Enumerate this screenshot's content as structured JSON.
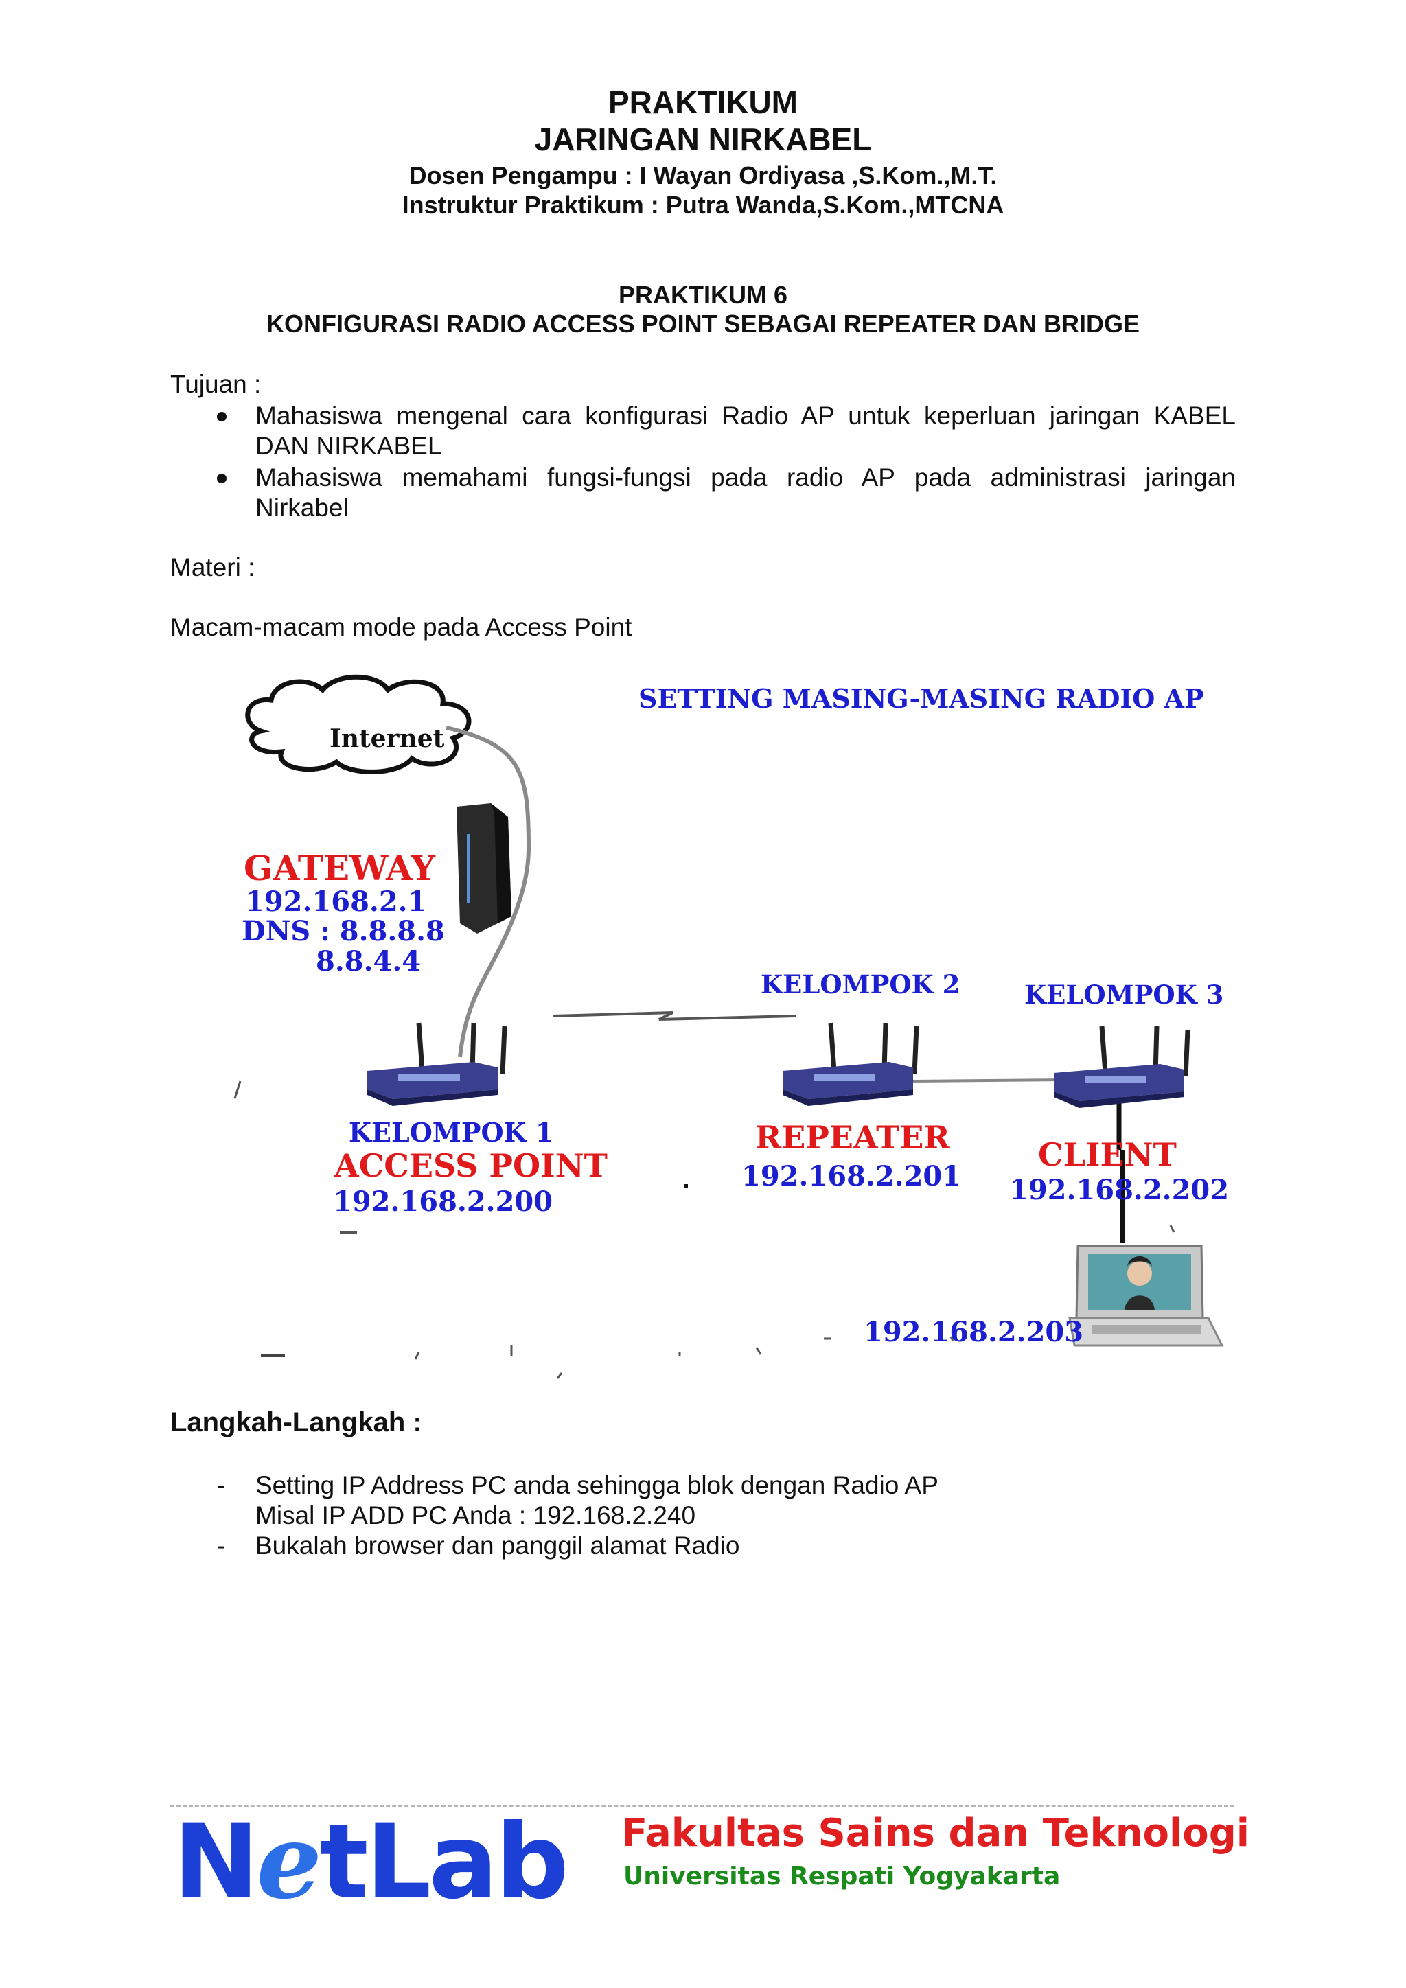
{
  "header": {
    "title_line1": "PRAKTIKUM",
    "title_line2": "JARINGAN NIRKABEL",
    "lecturer": "Dosen Pengampu : I Wayan Ordiyasa ,S.Kom.,M.T.",
    "instructor": "Instruktur Praktikum : Putra Wanda,S.Kom.,MTCNA"
  },
  "section": {
    "number": "PRAKTIKUM 6",
    "title": "KONFIGURASI RADIO ACCESS POINT SEBAGAI REPEATER DAN BRIDGE"
  },
  "tujuan": {
    "label": "Tujuan :",
    "items": [
      {
        "line1": "Mahasiswa mengenal cara konfigurasi Radio AP untuk keperluan jaringan KABEL",
        "line2": "DAN NIRKABEL"
      },
      {
        "line1": "Mahasiswa memahami fungsi-fungsi pada radio AP  pada administrasi jaringan",
        "line2": "Nirkabel"
      }
    ]
  },
  "materi": {
    "label": "Materi :",
    "intro": "Macam-macam mode pada Access Point"
  },
  "diagram": {
    "title": "SETTING MASING-MASING RADIO AP",
    "internet": "Internet",
    "gateway_label": "GATEWAY",
    "gateway_ip": "192.168.2.1",
    "gateway_dns1": "DNS : 8.8.8.8",
    "gateway_dns2": "8.8.4.4",
    "k1_group": "KELOMPOK 1",
    "k1_mode": "ACCESS POINT",
    "k1_ip": "192.168.2.200",
    "k2_group": "KELOMPOK 2",
    "k2_mode": "REPEATER",
    "k2_ip": "192.168.2.201",
    "k3_group": "KELOMPOK 3",
    "k3_mode": "CLIENT",
    "k3_ip": "192.168.2.202",
    "laptop_ip": "192.168.2.203",
    "colors": {
      "blue": "#1b1fd0",
      "red": "#e01a1a"
    }
  },
  "langkah": {
    "heading": "Langkah-Langkah :",
    "items": [
      {
        "line1": "Setting IP Address PC anda sehingga  blok dengan Radio AP",
        "line2": "Misal IP ADD PC Anda : 192.168.2.240"
      },
      {
        "line1": "Bukalah browser dan panggil alamat Radio"
      }
    ]
  },
  "footer": {
    "logo_n": "N",
    "logo_e": "e",
    "logo_rest": "tLab",
    "faculty": "Fakultas Sains dan Teknologi",
    "university": "Universitas Respati Yogyakarta",
    "colors": {
      "logo": "#1c3fd6",
      "faculty": "#e02020",
      "university": "#1a8a1a"
    }
  }
}
